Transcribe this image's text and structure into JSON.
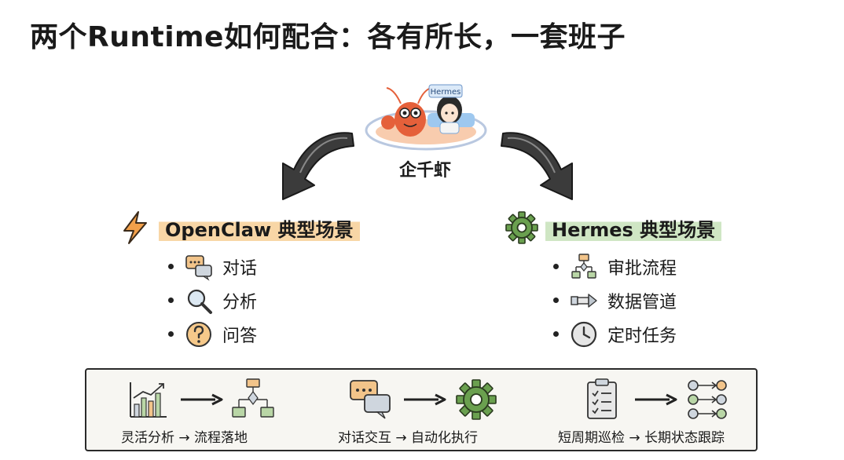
{
  "title": "两个Runtime如何配合：各有所长，一套班子",
  "mascot": {
    "badge": "Hermes",
    "label": "企千虾",
    "icon": "lobster-and-girl-mascot"
  },
  "left_section": {
    "title": "OpenClaw 典型场景",
    "icon": "lightning-icon",
    "accent": "#f2a04a",
    "items": [
      {
        "label": "对话",
        "icon": "chat-bubbles-icon"
      },
      {
        "label": "分析",
        "icon": "magnifier-icon"
      },
      {
        "label": "问答",
        "icon": "question-icon"
      }
    ]
  },
  "right_section": {
    "title": "Hermes 典型场景",
    "icon": "gear-icon",
    "accent": "#5f9a4a",
    "items": [
      {
        "label": "审批流程",
        "icon": "flowchart-icon"
      },
      {
        "label": "数据管道",
        "icon": "pipe-arrow-icon"
      },
      {
        "label": "定时任务",
        "icon": "clock-icon"
      }
    ]
  },
  "flows": [
    {
      "text": "灵活分析 → 流程落地",
      "from_icon": "bar-chart-icon",
      "to_icon": "flowchart-icon"
    },
    {
      "text": "对话交互 → 自动化执行",
      "from_icon": "chat-bubbles-icon",
      "to_icon": "gear-icon"
    },
    {
      "text": "短周期巡检 → 长期状态跟踪",
      "from_icon": "clipboard-icon",
      "to_icon": "node-flow-icon"
    }
  ]
}
